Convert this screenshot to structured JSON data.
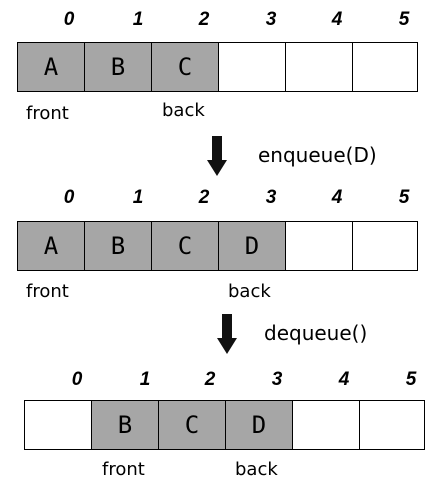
{
  "colors": {
    "filled": "#a6a6a6",
    "empty": "#ffffff",
    "border": "#000000",
    "arrow": "#111111"
  },
  "step1": {
    "indices": [
      "0",
      "1",
      "2",
      "3",
      "4",
      "5"
    ],
    "cells": [
      "A",
      "B",
      "C",
      "",
      "",
      ""
    ],
    "front_label": "front",
    "back_label": "back"
  },
  "op1": {
    "label": "enqueue(D)",
    "icon": "down-arrow-icon"
  },
  "step2": {
    "indices": [
      "0",
      "1",
      "2",
      "3",
      "4",
      "5"
    ],
    "cells": [
      "A",
      "B",
      "C",
      "D",
      "",
      ""
    ],
    "front_label": "front",
    "back_label": "back"
  },
  "op2": {
    "label": "dequeue()",
    "icon": "down-arrow-icon"
  },
  "step3": {
    "indices": [
      "0",
      "1",
      "2",
      "3",
      "4",
      "5"
    ],
    "cells": [
      "",
      "B",
      "C",
      "D",
      "",
      ""
    ],
    "front_label": "front",
    "back_label": "back"
  }
}
